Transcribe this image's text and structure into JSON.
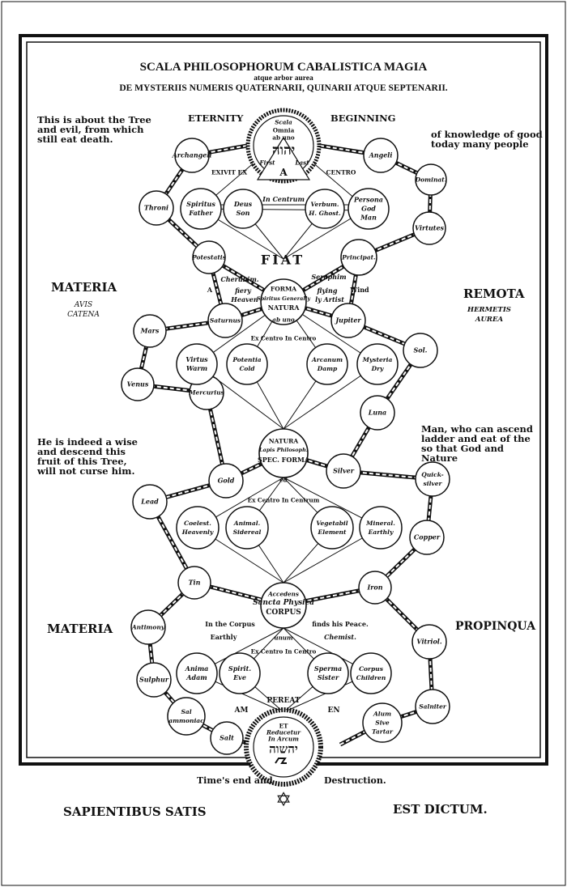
{
  "title_main": "SCALA PHILOSOPHORUM CABALISTICA MAGIA",
  "title_sub1": "atque arbor aurea",
  "title_sub2": "DE MYSTERIIS NUMERIS QUATERNARII, QUINARII ATQUE SEPTENARII.",
  "top_labels": {
    "eternity": "ETERNITY",
    "beginning": "BEGINNING"
  },
  "notes": {
    "left_top": "This is about the Tree and evil, from which still eat death.",
    "right_top": "of knowledge of good today many people",
    "left_mid": "He is indeed a wise and descend this fruit of this Tree, will not curse him.",
    "right_mid": "Man, who can ascend ladder and eat of the so that God and Nature"
  },
  "side_labels": {
    "materia_top": "MATERIA",
    "avis": "AVIS",
    "catena": "CATENA",
    "remota": "REMOTA",
    "hermetis": "HERMETIS",
    "aurea": "AUREA",
    "materia_bottom": "MATERIA",
    "propinqua": "PROPINQUA"
  },
  "top_seal": {
    "line1": "Omnia",
    "line2": "ab uno",
    "tetragram": "יהוה",
    "letter": "A",
    "first": "First",
    "last": "Last",
    "crown": "Scala"
  },
  "centre_words": {
    "exivit": "EXIVIT EX",
    "centro": "CENTRO",
    "in_centrum": "In Centrum",
    "fiat": "FIAT",
    "cherubim": "Cherubim.",
    "seraphim": "Seraphim",
    "a": "A",
    "wind": "Wind",
    "fiery": "fiery",
    "heaven": "Heaven",
    "flying": "flying",
    "artist": "ly Artist",
    "ex_centro_1": "Ex Centro In Centro",
    "ex_centro_2": "Ex Centro In Centrum",
    "ex_centro_3": "Ex Centro In Centro",
    "in_the_corpus": "In the Corpus",
    "finds_peace": "finds his Peace.",
    "earthly": "Earthly",
    "chemist": "Chemist.",
    "pereat": "PEREAT",
    "am": "AM",
    "en": "EN",
    "times_end": "Time's end and",
    "destruction": "Destruction."
  },
  "hubs": {
    "forma": {
      "l1": "FORMA",
      "l2": "Spiritus Generally",
      "l3": "NATURA",
      "l4": "ab uno"
    },
    "natura": {
      "l1": "NATURA",
      "l2": "Lapis Philosoph.",
      "l3": "SPEC. FORMA",
      "l4": "ed"
    },
    "corpus": {
      "l1": "Accedens",
      "l2": "Sancta Physica",
      "l3": "CORPUS",
      "l4": "unum"
    }
  },
  "circles": {
    "archangeli": "Archangeli",
    "angeli": "Angeli",
    "throni": "Throni",
    "dominat": "Dominat.",
    "virtutes": "Virtutes",
    "spiritus": "Spiritus",
    "father": "Father",
    "deus": "Deus",
    "son": "Son",
    "verbum": "Verbum.",
    "hghost": "H. Ghost.",
    "persona": "Persona",
    "god": "God",
    "man": "Man",
    "potestatis": "Potestatis",
    "principat": "Principat.",
    "saturnus": "Saturnus",
    "jupiter": "Jupiter",
    "mars": "Mars",
    "sol": "Sol.",
    "venus": "Venus",
    "luna": "Luna",
    "mercurius": "Mercurius",
    "virtus": "Virtus",
    "warm": "Warm",
    "potentia": "Potentia",
    "cold": "Cold",
    "arcanum": "Arcanum",
    "damp": "Damp",
    "mysteria": "Mysteria",
    "dry": "Dry",
    "gold": "Gold",
    "silver": "Silver",
    "lead": "Lead",
    "quicksilver1": "Quick-",
    "quicksilver2": "silver",
    "copper": "Copper",
    "coelest": "Coelest.",
    "heavenly": "Heavenly",
    "animal": "Animal.",
    "sidereal": "Sidereal",
    "vegetabil": "Vegetabil",
    "element": "Element",
    "mineral": "Mineral.",
    "earthly_c": "Earthly",
    "tin": "Tin",
    "iron": "Iron",
    "antimony": "Antimony",
    "vitriol": "Vitriol.",
    "sulphur": "Sulphur",
    "salniter": "Salniter",
    "sal1": "Sal",
    "sal2": "ammoniac",
    "salt": "Salt",
    "alum1": "Alum",
    "alum2": "Sive",
    "alum3": "Tartar",
    "anima": "Anima",
    "adam": "Adam",
    "spirit": "Spirit.",
    "eve": "Eve",
    "sperma": "Sperma",
    "sister": "Sister",
    "corpus_c": "Corpus",
    "children": "Children"
  },
  "bottom_seal": {
    "l1": "ET",
    "l2": "Reducetur",
    "l3": "In Arcum",
    "tetragram": "יהשוה"
  },
  "footer": {
    "left": "SAPIENTIBUS SATIS",
    "right": "EST DICTUM.",
    "star": "✡"
  }
}
